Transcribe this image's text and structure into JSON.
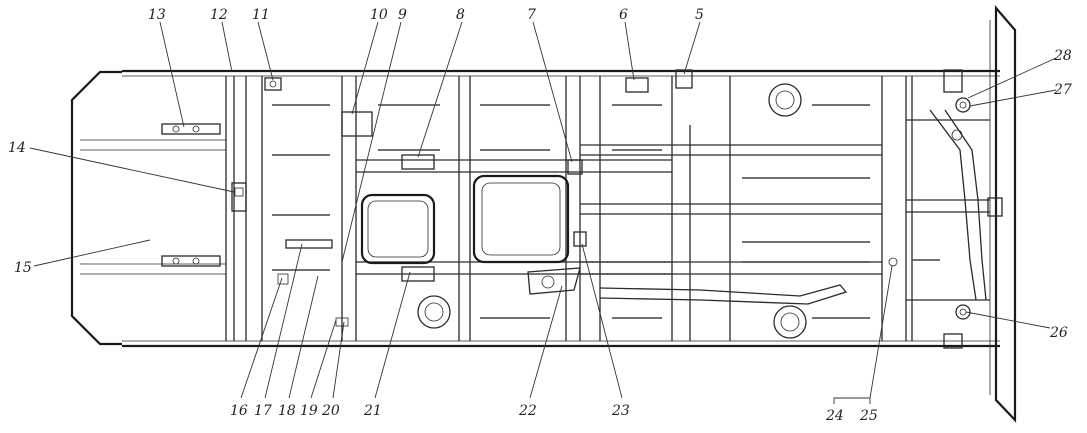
{
  "labels": {
    "l13": "13",
    "l12": "12",
    "l11": "11",
    "l10": "10",
    "l9": "9",
    "l8": "8",
    "l7": "7",
    "l6": "6",
    "l5": "5",
    "l28": "28",
    "l27": "27",
    "l14": "14",
    "l15": "15",
    "l26": "26",
    "l16": "16",
    "l17": "17",
    "l18": "18",
    "l19": "19",
    "l20": "20",
    "l21": "21",
    "l22": "22",
    "l23": "23",
    "l24": "24",
    "l25": "25"
  }
}
